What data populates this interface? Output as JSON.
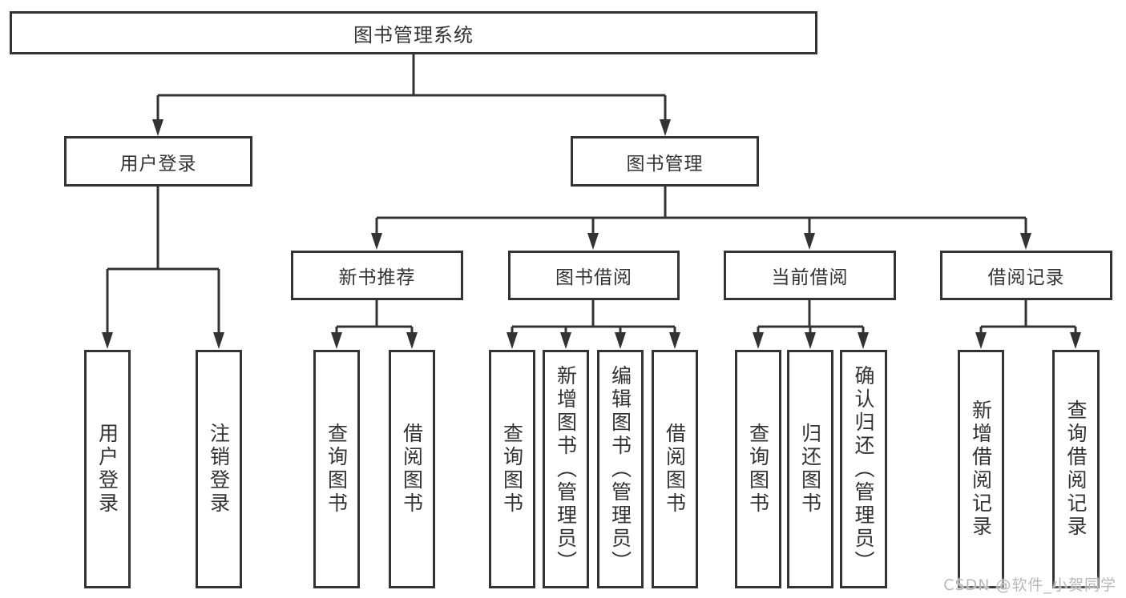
{
  "diagram": {
    "root": {
      "label": "图书管理系统"
    },
    "level2": [
      {
        "label": "用户登录"
      },
      {
        "label": "图书管理"
      }
    ],
    "level3": [
      {
        "label": "新书推荐"
      },
      {
        "label": "图书借阅"
      },
      {
        "label": "当前借阅"
      },
      {
        "label": "借阅记录"
      }
    ],
    "leaves": {
      "user": [
        "用户登录",
        "注销登录"
      ],
      "newbook": [
        "查询图书",
        "借阅图书"
      ],
      "borrow": [
        "查询图书",
        "新增图书（管理员）",
        "编辑图书（管理员）",
        "借阅图书"
      ],
      "current": [
        "查询图书",
        "归还图书",
        "确认归还（管理员）"
      ],
      "records": [
        "新增借阅记录",
        "查询借阅记录"
      ]
    },
    "watermark": "CSDN @软件_小贺同学",
    "colors": {
      "line": "#333333",
      "text": "#333333",
      "background": "#ffffff",
      "watermark": "#b8b8b8"
    }
  }
}
